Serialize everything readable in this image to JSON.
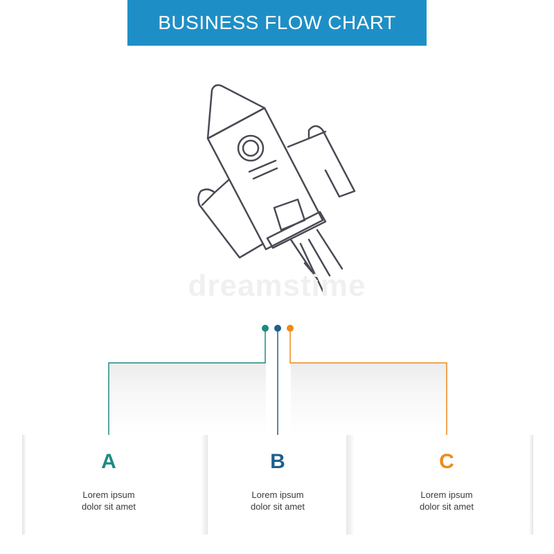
{
  "title": "BUSINESS FLOW CHART",
  "watermark": "dreamstime",
  "colors": {
    "banner": "#1e8fc6",
    "a": "#1d8a80",
    "b": "#1e5f8e",
    "c": "#ef8a1a",
    "icon_stroke": "#4a4a55"
  },
  "icon": "rocket-icon",
  "steps": [
    {
      "letter": "A",
      "line1": "Lorem ipsum",
      "line2": "dolor sit amet"
    },
    {
      "letter": "B",
      "line1": "Lorem ipsum",
      "line2": "dolor sit amet"
    },
    {
      "letter": "C",
      "line1": "Lorem ipsum",
      "line2": "dolor sit amet"
    }
  ]
}
